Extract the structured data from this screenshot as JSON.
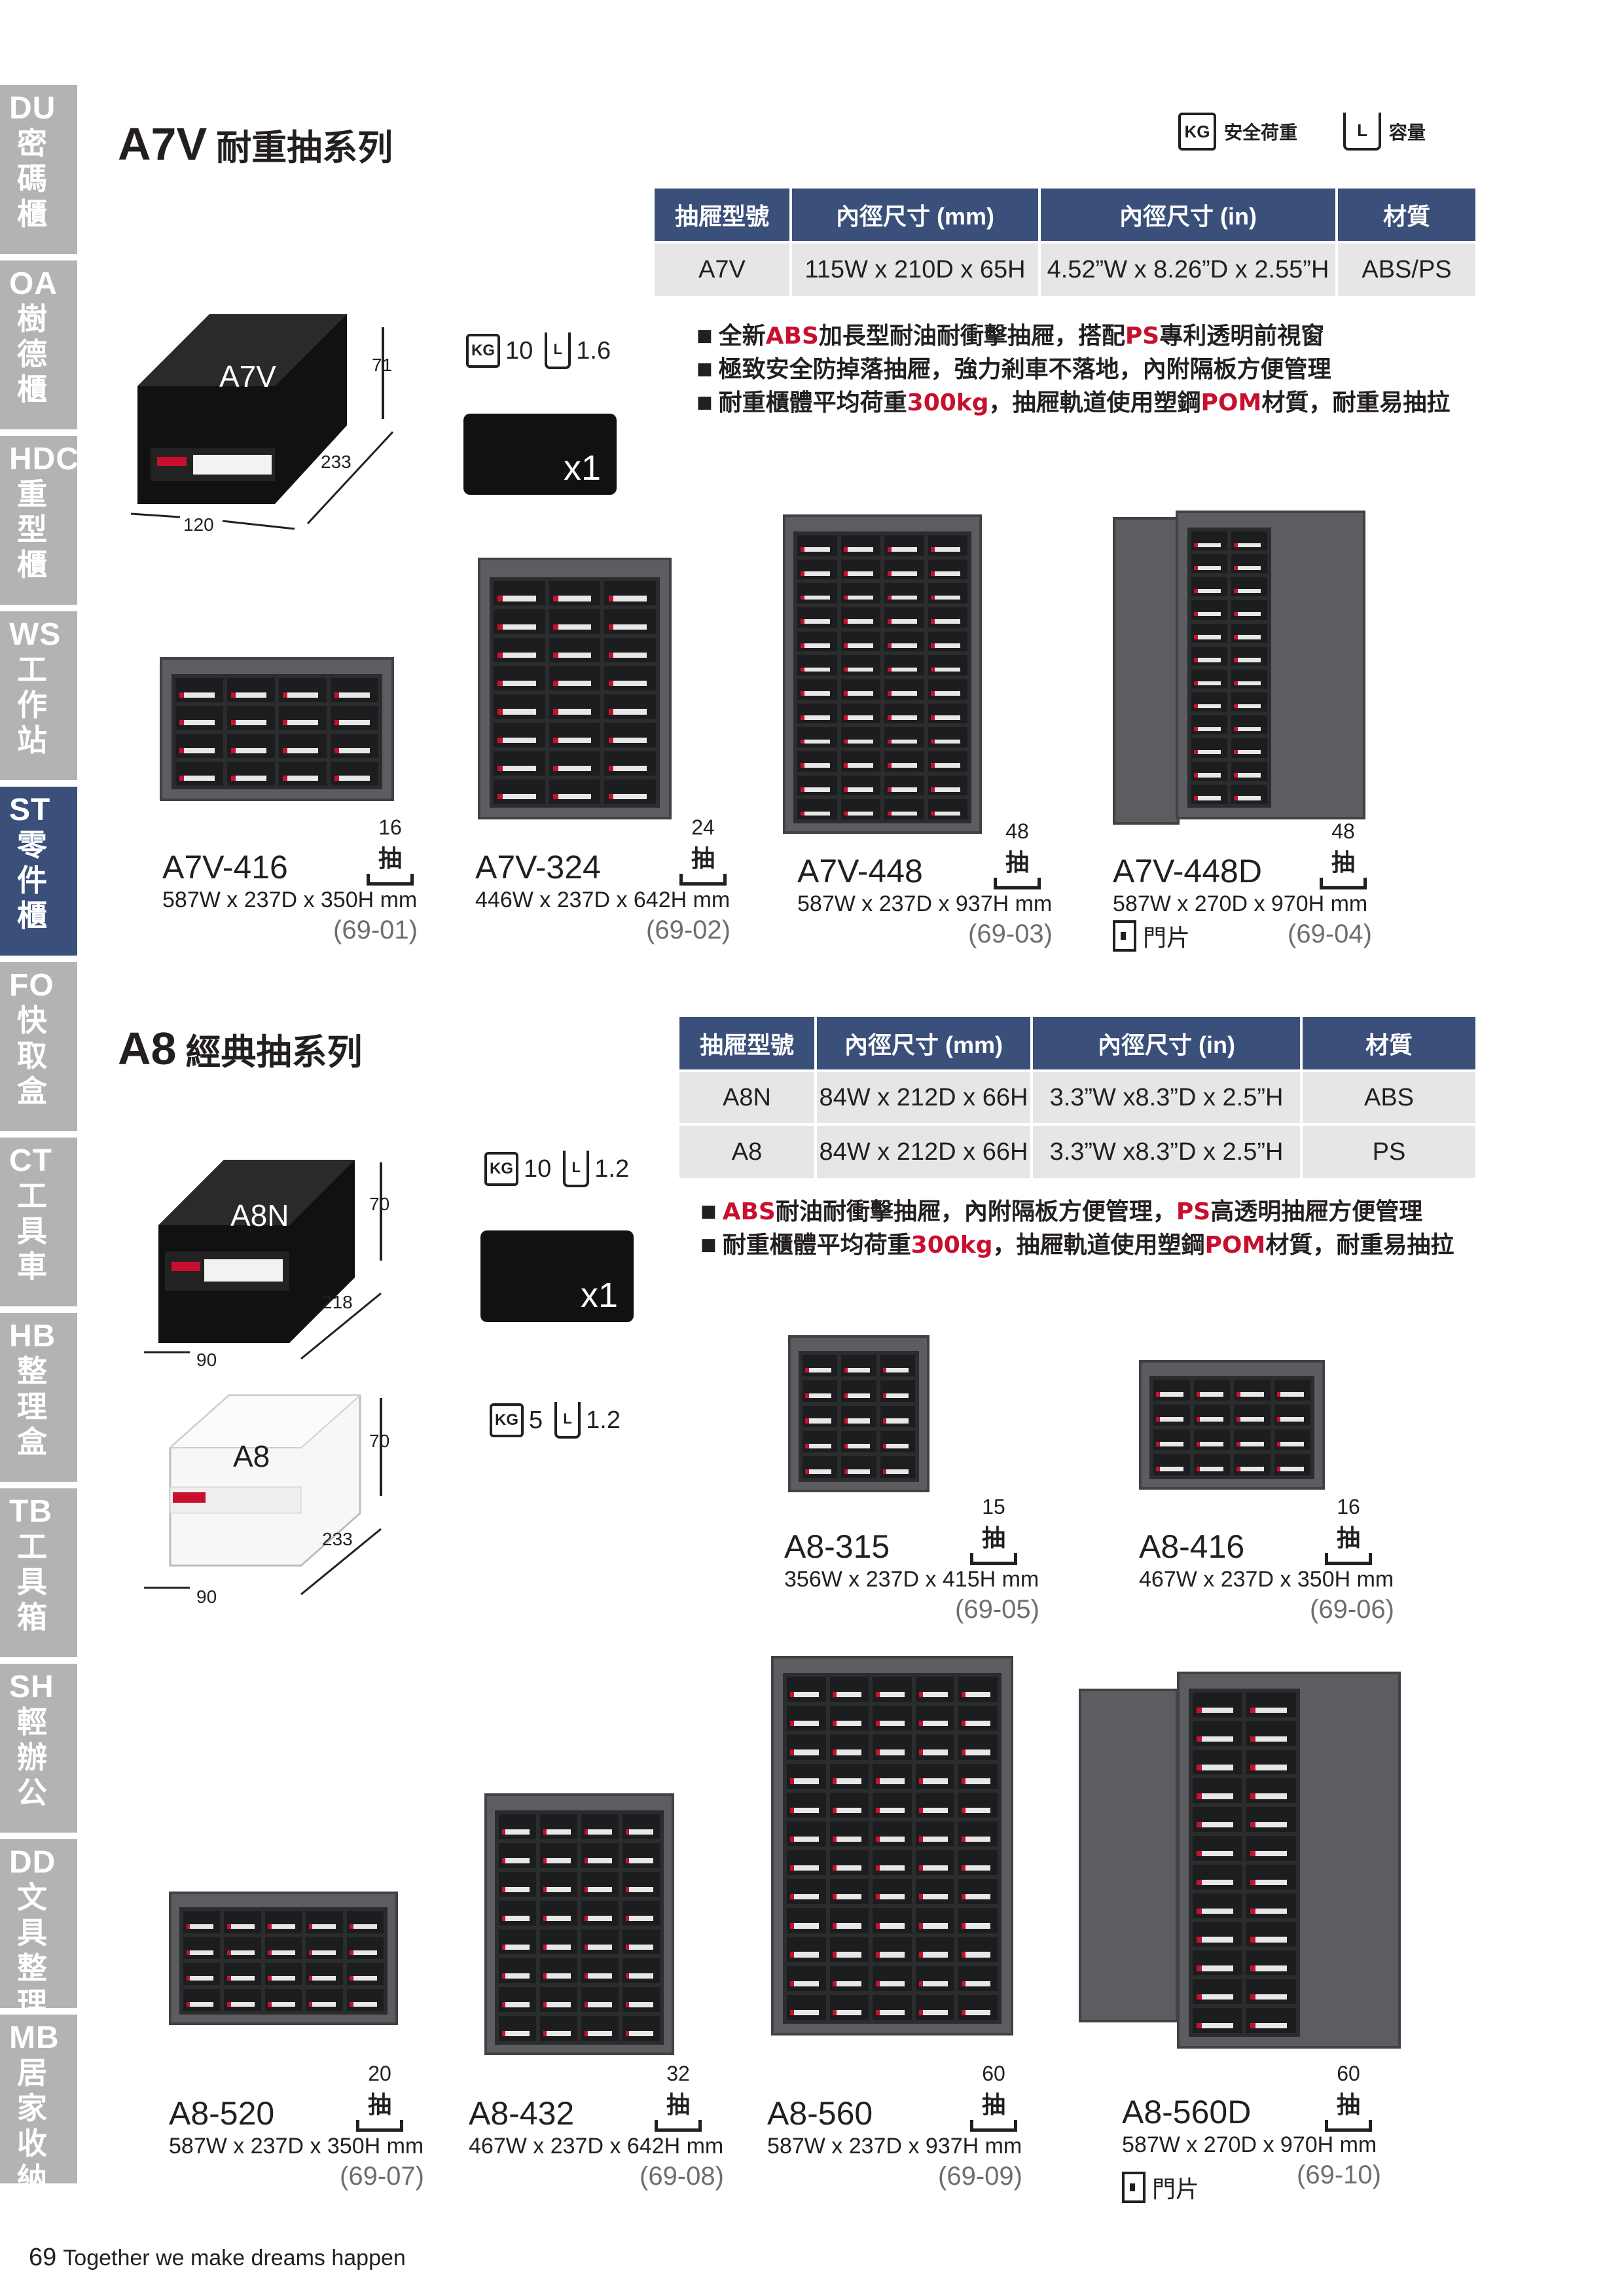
{
  "side_tabs": [
    {
      "code": "DU",
      "label": "密碼櫃"
    },
    {
      "code": "OA",
      "label": "樹德櫃"
    },
    {
      "code": "HDC",
      "label": "重型櫃"
    },
    {
      "code": "WS",
      "label": "工作站"
    },
    {
      "code": "ST",
      "label": "零件櫃"
    },
    {
      "code": "FO",
      "label": "快取盒"
    },
    {
      "code": "CT",
      "label": "工具車"
    },
    {
      "code": "HB",
      "label": "整理盒"
    },
    {
      "code": "TB",
      "label": "工具箱"
    },
    {
      "code": "SH",
      "label": "輕辦公"
    },
    {
      "code": "DD",
      "label": "文具整理"
    },
    {
      "code": "MB",
      "label": "居家收納"
    }
  ],
  "legend": {
    "kg_icon": "KG",
    "kg_label": "安全荷重",
    "l_icon": "L",
    "l_label": "容量"
  },
  "a7v": {
    "model": "A7V",
    "name": "耐重抽系列",
    "table_headers": [
      "抽屜型號",
      "內徑尺寸 (mm)",
      "內徑尺寸 (in)",
      "材質"
    ],
    "table_rows": [
      [
        "A7V",
        "115W x 210D x 65H",
        "4.52”W x 8.26”D x 2.55”H",
        "ABS/PS"
      ]
    ],
    "drawer_label": "A7V",
    "dim_h": "71",
    "dim_d": "233",
    "dim_w": "120",
    "kg": "10",
    "liters": "1.6",
    "kg_icon": "KG",
    "l_icon": "L",
    "divider_qty": "x1",
    "bullets": [
      {
        "p1": "全新",
        "h1": "ABS",
        "p2": "加長型耐油耐衝擊抽屜，搭配",
        "h2": "PS",
        "p3": "專利透明前視窗",
        "h3": "",
        "p4": ""
      },
      {
        "p1": "極致安全防掉落抽屜，強力剎車不落地，內附隔板方便管理",
        "h1": "",
        "p2": "",
        "h2": "",
        "p3": "",
        "h3": "",
        "p4": ""
      },
      {
        "p1": "耐重櫃體平均荷重",
        "h1": "300kg",
        "p2": "，抽屜軌道使用塑鋼",
        "h2": "POM",
        "p3": "材質，耐重易抽拉",
        "h3": "",
        "p4": ""
      }
    ],
    "products": [
      {
        "name": "A7V-416",
        "size": "587W x 237D x 350H mm",
        "code": "(69-01)",
        "count": "16",
        "unit": "抽"
      },
      {
        "name": "A7V-324",
        "size": "446W x 237D x 642H mm",
        "code": "(69-02)",
        "count": "24",
        "unit": "抽"
      },
      {
        "name": "A7V-448",
        "size": "587W x 237D x 937H mm",
        "code": "(69-03)",
        "count": "48",
        "unit": "抽"
      },
      {
        "name": "A7V-448D",
        "size": "587W x 270D x 970H mm",
        "code": "(69-04)",
        "count": "48",
        "unit": "抽",
        "door": "門片"
      }
    ]
  },
  "a8": {
    "model": "A8",
    "name": "經典抽系列",
    "table_headers": [
      "抽屜型號",
      "內徑尺寸 (mm)",
      "內徑尺寸 (in)",
      "材質"
    ],
    "table_rows": [
      [
        "A8N",
        "84W x 212D x 66H",
        "3.3”W x8.3”D x 2.5”H",
        "ABS"
      ],
      [
        "A8",
        "84W x 212D x 66H",
        "3.3”W x8.3”D x 2.5”H",
        "PS"
      ]
    ],
    "drawer_n_label": "A8N",
    "drawer_n_dim_h": "70",
    "drawer_n_dim_d": "218",
    "drawer_n_dim_w": "90",
    "drawer_label": "A8",
    "drawer_dim_h": "70",
    "drawer_dim_d": "233",
    "drawer_dim_w": "90",
    "n_kg": "10",
    "n_liters": "1.2",
    "kg": "5",
    "liters": "1.2",
    "kg_icon": "KG",
    "l_icon": "L",
    "divider_qty": "x1",
    "bullets": [
      {
        "h1": "ABS",
        "p1": "耐油耐衝擊抽屜，內附隔板方便管理，",
        "h2": "PS",
        "p2": "高透明抽屜方便管理"
      },
      {
        "p0": "耐重櫃體平均荷重",
        "h1": "300kg",
        "p1": "，抽屜軌道使用塑鋼",
        "h2": "POM",
        "p2": "材質，耐重易抽拉"
      }
    ],
    "products": [
      {
        "name": "A8-315",
        "size": "356W x 237D x 415H mm",
        "code": "(69-05)",
        "count": "15",
        "unit": "抽"
      },
      {
        "name": "A8-416",
        "size": "467W x 237D x 350H mm",
        "code": "(69-06)",
        "count": "16",
        "unit": "抽"
      },
      {
        "name": "A8-520",
        "size": "587W x 237D x 350H mm",
        "code": "(69-07)",
        "count": "20",
        "unit": "抽"
      },
      {
        "name": "A8-432",
        "size": "467W x 237D x 642H mm",
        "code": "(69-08)",
        "count": "32",
        "unit": "抽"
      },
      {
        "name": "A8-560",
        "size": "587W x 237D x 937H mm",
        "code": "(69-09)",
        "count": "60",
        "unit": "抽"
      },
      {
        "name": "A8-560D",
        "size": "587W x 270D x 970H mm",
        "code": "(69-10)",
        "count": "60",
        "unit": "抽",
        "door": "門片"
      }
    ]
  },
  "footer": {
    "page": "69",
    "slogan": "Together we make dreams happen"
  },
  "colors": {
    "accent_blue": "#3a4f7a",
    "highlight_red": "#c8102e",
    "tab_gray": "#b3b3b6",
    "table_gray": "#e6e6e7"
  }
}
